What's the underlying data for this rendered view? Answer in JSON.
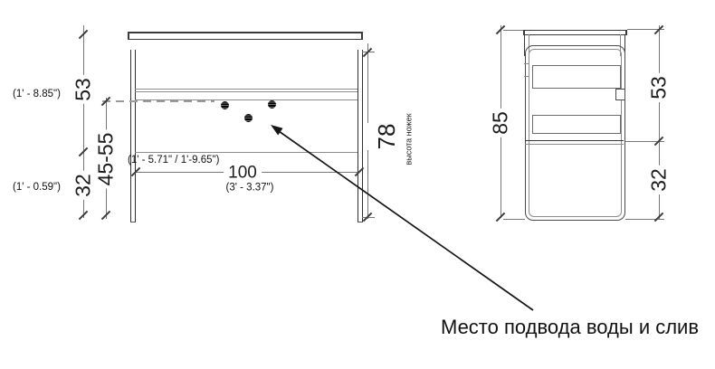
{
  "drawing": {
    "annotation": "Место подвода воды и слив",
    "front_view": {
      "upper_height": "53",
      "upper_height_imperial": "(1' - 8.85\")",
      "lower_height": "32",
      "lower_height_imperial": "(1' - 0.59\")",
      "adjustable_height": "45-55",
      "adjustable_height_imperial": "(1' - 5.71\" / 1'-9.65\")",
      "width": "100",
      "width_imperial": "(3' - 3.37\")",
      "legs_height": "78",
      "legs_height_label": "высота ножек",
      "connection_points": 3
    },
    "side_view": {
      "total_height": "85",
      "upper_height": "53",
      "lower_height": "32"
    },
    "colors": {
      "line_dark": "#3a3a3a",
      "line_grey": "#8c8c8c",
      "text": "#1c1c1c"
    }
  }
}
